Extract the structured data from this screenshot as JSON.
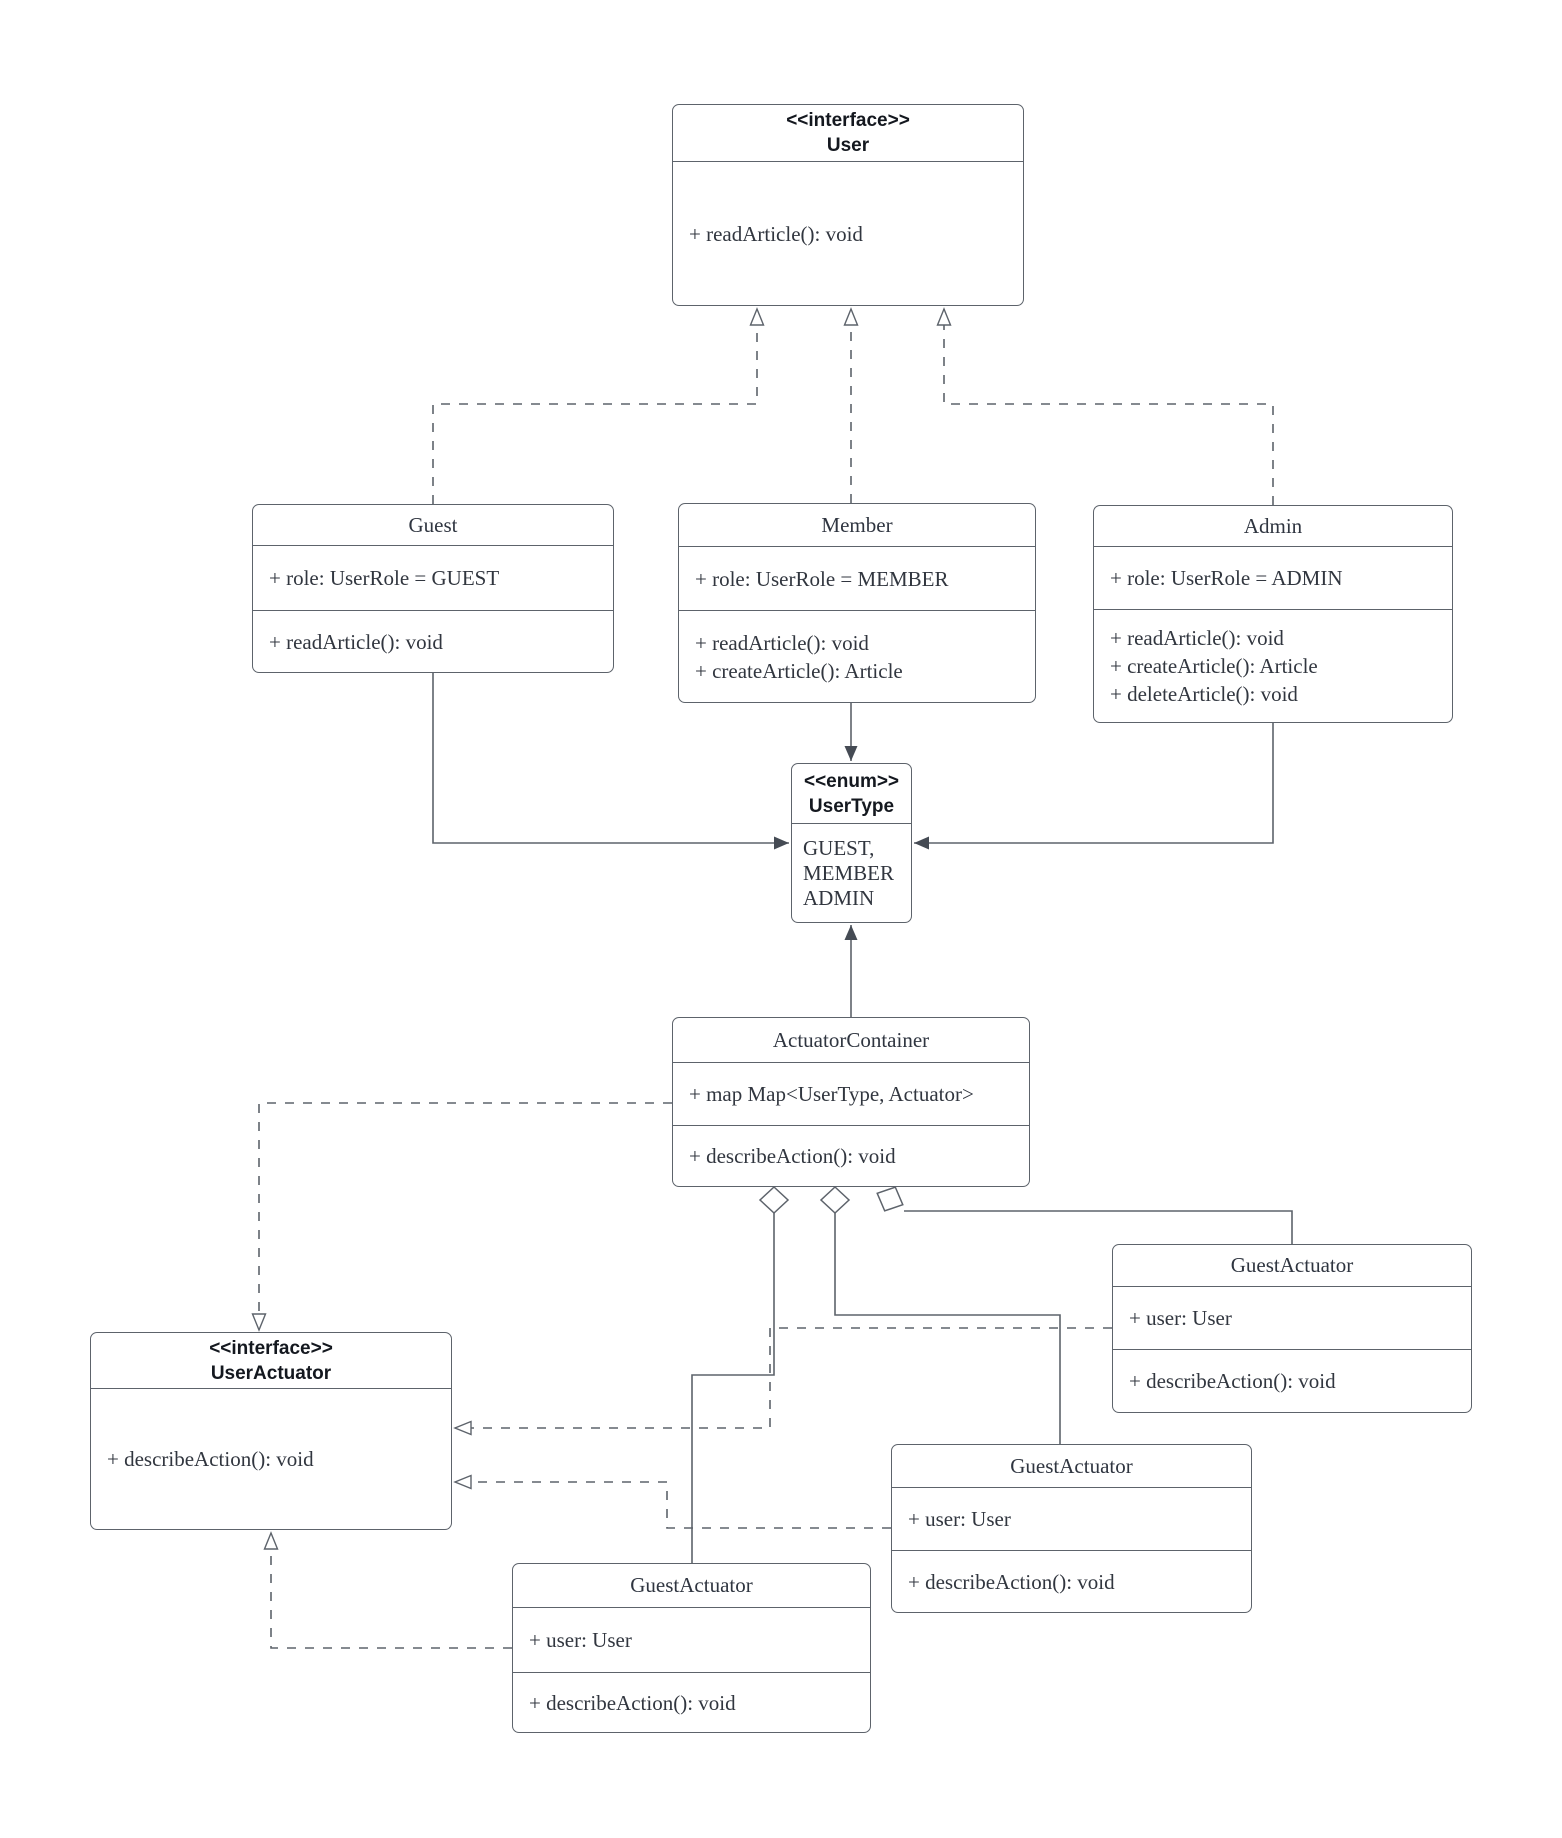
{
  "diagram": {
    "colors": {
      "line": "#5d636b",
      "text": "#31363f",
      "background": "#ffffff"
    },
    "boxes": {
      "user": {
        "stereotype": "<<interface>>",
        "name": "User",
        "methods": [
          "+ readArticle(): void"
        ]
      },
      "guest": {
        "name": "Guest",
        "attributes": [
          "+ role: UserRole = GUEST"
        ],
        "methods": [
          "+ readArticle(): void"
        ]
      },
      "member": {
        "name": "Member",
        "attributes": [
          "+ role: UserRole = MEMBER"
        ],
        "methods": [
          "+ readArticle(): void",
          "+ createArticle(): Article"
        ]
      },
      "admin": {
        "name": "Admin",
        "attributes": [
          "+ role: UserRole = ADMIN"
        ],
        "methods": [
          "+ readArticle(): void",
          "+ createArticle(): Article",
          "+ deleteArticle(): void"
        ]
      },
      "usertype": {
        "stereotype": "<<enum>>",
        "name": "UserType",
        "literals": [
          "GUEST,",
          "MEMBER",
          "ADMIN"
        ]
      },
      "actuator_container": {
        "name": "ActuatorContainer",
        "attributes": [
          "+ map Map<UserType, Actuator>"
        ],
        "methods": [
          "+ describeAction(): void"
        ]
      },
      "user_actuator": {
        "stereotype": "<<interface>>",
        "name": "UserActuator",
        "methods": [
          "+ describeAction(): void"
        ]
      },
      "guest_actuator_top": {
        "name": "GuestActuator",
        "attributes": [
          "+ user: User"
        ],
        "methods": [
          "+ describeAction(): void"
        ]
      },
      "guest_actuator_middle": {
        "name": "GuestActuator",
        "attributes": [
          "+ user: User"
        ],
        "methods": [
          "+ describeAction(): void"
        ]
      },
      "guest_actuator_bottom": {
        "name": "GuestActuator",
        "attributes": [
          "+ user: User"
        ],
        "methods": [
          "+ describeAction(): void"
        ]
      }
    }
  }
}
